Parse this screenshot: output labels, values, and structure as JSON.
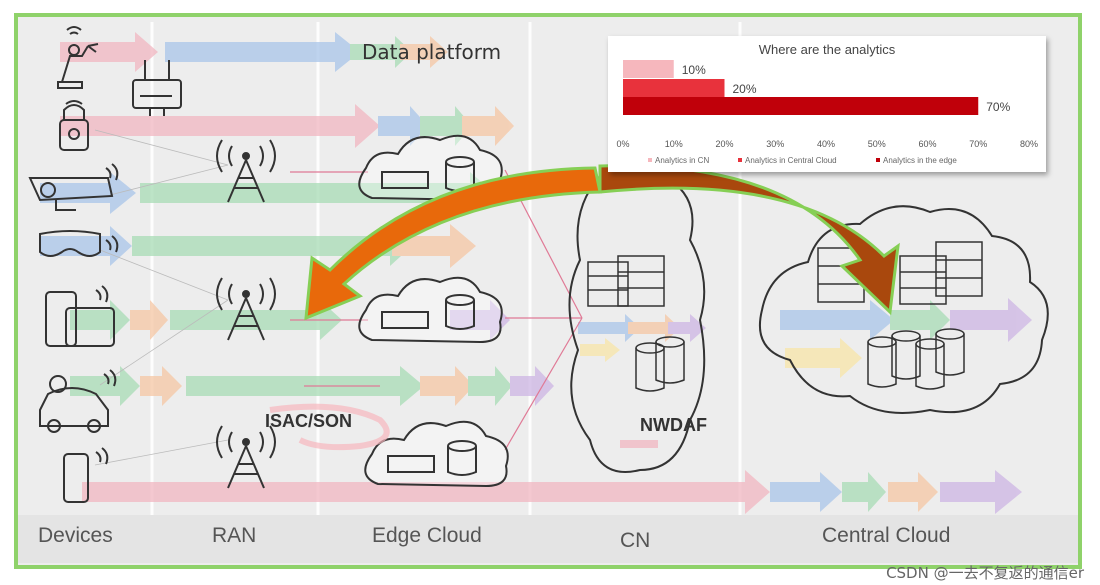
{
  "columns": [
    "Devices",
    "RAN",
    "Edge Cloud",
    "CN",
    "Central Cloud"
  ],
  "labels": {
    "data_platform": "Data platform",
    "isac_son": "ISAC/SON",
    "nwdaf": "NWDAF"
  },
  "watermark": "CSDN @一去不复返的通信er",
  "colors": {
    "frame_border": "#8fd26a",
    "arrow_pink": "#f2b7c1",
    "arrow_blue": "#a9c6ea",
    "arrow_green": "#a8dcb6",
    "arrow_orange": "#f6c7a4",
    "arrow_purple": "#cdb6e4",
    "arrow_yellow": "#f8e6a8",
    "big_arrow_orange": "#e8690b",
    "big_arrow_brown": "#a9480d",
    "big_arrow_outline": "#86cf55"
  },
  "chart_data": {
    "type": "bar",
    "orientation": "horizontal",
    "title": "Where are the analytics",
    "series": [
      {
        "name": "Analytics in CN",
        "values": [
          10
        ],
        "color": "#f6b7bd"
      },
      {
        "name": "Analytics in Central Cloud",
        "values": [
          20
        ],
        "color": "#e8323c"
      },
      {
        "name": "Analytics in the edge",
        "values": [
          70
        ],
        "color": "#c0000a"
      }
    ],
    "data_labels": [
      "10%",
      "20%",
      "70%"
    ],
    "xlim": [
      0,
      80
    ],
    "xticks": [
      "0%",
      "10%",
      "20%",
      "30%",
      "40%",
      "50%",
      "60%",
      "70%",
      "80%"
    ],
    "legend": "bottom",
    "grid": false
  }
}
